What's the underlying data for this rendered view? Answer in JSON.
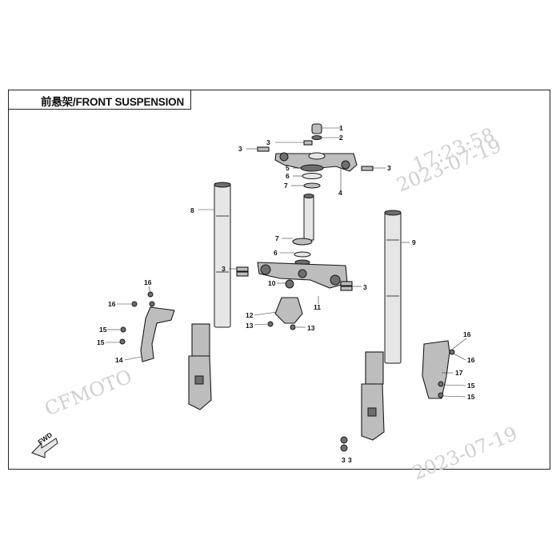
{
  "header": {
    "title": "前悬架/FRONT SUSPENSION"
  },
  "watermark": {
    "brand": "CFMOTO",
    "date1": "2023-07-19",
    "time": "17:23:58",
    "date2": "2023-07-19"
  },
  "callouts": {
    "c1": "1",
    "c2": "2",
    "c3a": "3",
    "c3b": "3",
    "c3c": "3",
    "c4": "4",
    "c5": "5",
    "c6a": "6",
    "c7a": "7",
    "c8": "8",
    "c7b": "7",
    "c6b": "6",
    "c9": "9",
    "c3d": "3",
    "c3e": "3",
    "c10": "10",
    "c11": "11",
    "c12": "12",
    "c13a": "13",
    "c13b": "13",
    "c16a": "16",
    "c16b": "16",
    "c15a": "15",
    "c15b": "15",
    "c14": "14",
    "c16c": "16",
    "c16d": "16",
    "c17": "17",
    "c15c": "15",
    "c15d": "15",
    "c3f": "3",
    "c3g": "3"
  },
  "fwd_label": "FWD"
}
